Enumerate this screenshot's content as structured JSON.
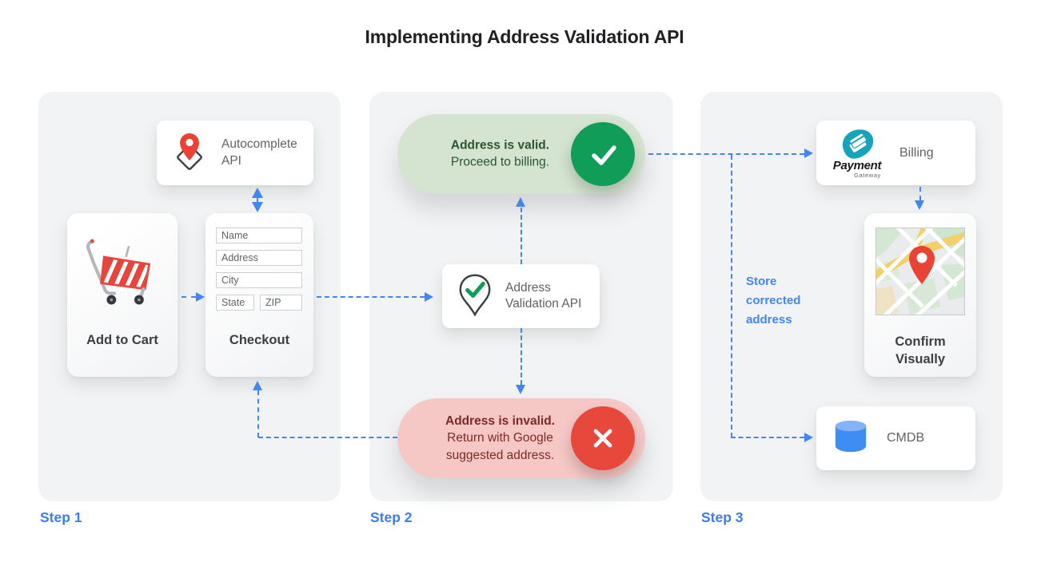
{
  "title": "Implementing Address Validation API",
  "steps": {
    "step1": "Step 1",
    "step2": "Step 2",
    "step3": "Step 3"
  },
  "step1": {
    "autocomplete": {
      "label": "Autocomplete API",
      "icon": "map-pin-diamond-icon"
    },
    "add_to_cart": {
      "label": "Add to Cart",
      "icon": "shopping-cart-icon"
    },
    "checkout": {
      "label": "Checkout",
      "fields": [
        "Name",
        "Address",
        "City",
        "State",
        "ZIP"
      ]
    }
  },
  "step2": {
    "validation_api": {
      "label": "Address Validation API",
      "icon": "pin-check-icon"
    },
    "valid": {
      "title": "Address is valid.",
      "body": "Proceed to billing.",
      "icon": "check-circle-icon"
    },
    "invalid": {
      "title": "Address is invalid.",
      "body": "Return with Google suggested address.",
      "icon": "x-circle-icon"
    }
  },
  "step3": {
    "billing": {
      "label": "Billing",
      "logo_title": "Payment",
      "logo_sub": "Gateway",
      "icon": "payment-gateway-logo"
    },
    "store_note": "Store corrected address",
    "confirm": {
      "label": "Confirm Visually",
      "icon": "map-thumbnail-icon"
    },
    "cmdb": {
      "label": "CMDB",
      "icon": "database-icon"
    }
  },
  "colors": {
    "accent_blue": "#4285f4",
    "valid_green": "#0f9d58",
    "invalid_red": "#e8473b",
    "panel_background": "#f1f3f4",
    "valid_pill": "#d4e4d0",
    "invalid_pill": "#f6c8c5"
  }
}
